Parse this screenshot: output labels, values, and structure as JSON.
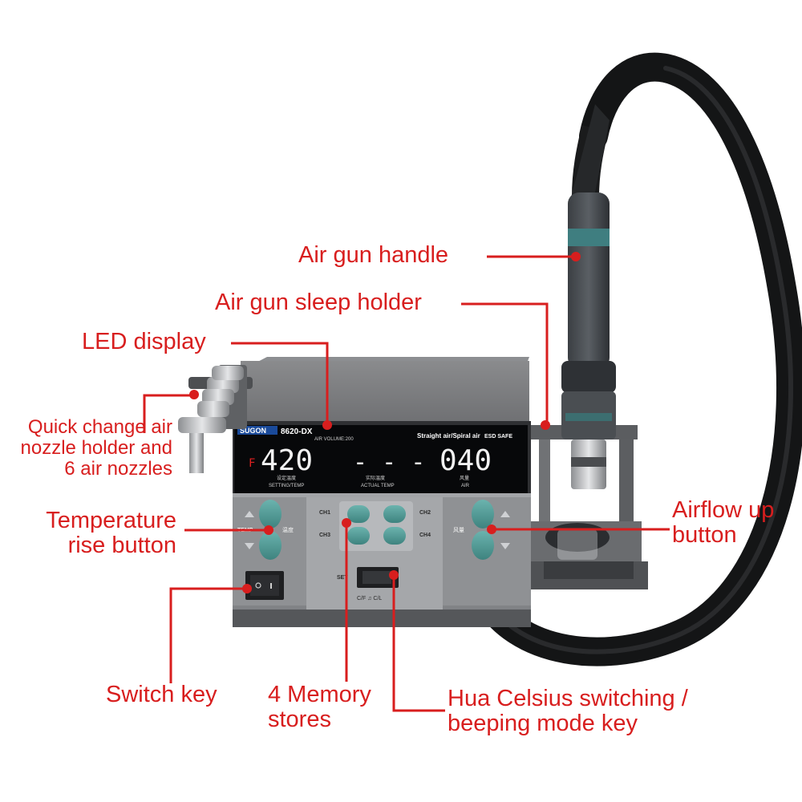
{
  "device": {
    "brand": "SUGON",
    "model": "8620-DX",
    "air_volume": "AIR VOLUME:200",
    "mode_label": "Straight air/Spiral air",
    "esd_label": "ESD SAFE",
    "display": {
      "unit_indicator": "F",
      "set_temp": "420",
      "middle": "- - -",
      "air": "040",
      "set_temp_cn": "设定温度",
      "set_temp_en": "SETTING/TEMP",
      "actual_temp_cn": "实际温度",
      "actual_temp_en": "ACTUAL TEMP",
      "air_cn": "风量",
      "air_en": "AIR"
    },
    "panel": {
      "temp_label": "TEMP",
      "temp_cn": "温度",
      "air_cn": "风量",
      "ch1": "CH1",
      "ch2": "CH2",
      "ch3": "CH3",
      "ch4": "CH4",
      "set_label": "SET",
      "mode_tags": "C/F  ♫  C/L"
    }
  },
  "callouts": {
    "air_gun_handle": "Air gun  handle",
    "sleep_holder": "Air gun sleep holder",
    "led_display": "LED display",
    "nozzle_holder_1": "Quick change air",
    "nozzle_holder_2": "nozzle holder and",
    "nozzle_holder_3": "6 air nozzles",
    "temp_rise_1": "Temperature",
    "temp_rise_2": "rise button",
    "airflow_up_1": "Airflow up",
    "airflow_up_2": "button",
    "switch_key": "Switch key",
    "memory_1": "4 Memory",
    "memory_2": "stores",
    "celsius_1": "Hua Celsius switching /",
    "celsius_2": "beeping mode key"
  },
  "colors": {
    "callout": "#d81e1e",
    "body_gray": "#7a7b7e",
    "panel_gray": "#9a9ca0",
    "button_teal": "#4f9a96",
    "lcd_white": "#f2f2f2",
    "lcd_red": "#e02020"
  }
}
